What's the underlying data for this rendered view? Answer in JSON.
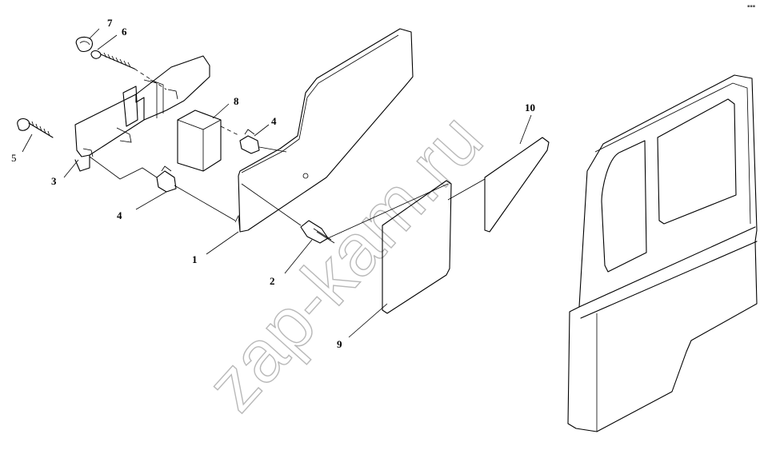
{
  "watermark": "zap-kam.ru",
  "corner_mark": "▪▪▪",
  "callouts": {
    "n1": "1",
    "n2": "2",
    "n3": "3",
    "n4a": "4",
    "n4b": "4",
    "n5": "5",
    "n6": "6",
    "n7": "7",
    "n8": "8",
    "n9": "9",
    "n10": "10"
  }
}
